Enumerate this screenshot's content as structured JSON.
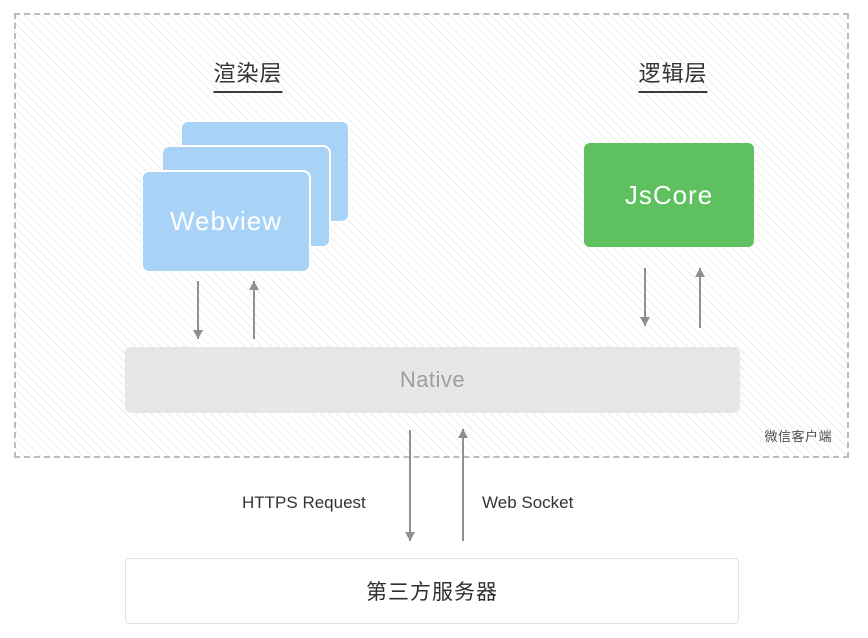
{
  "client_area": {
    "label": "微信客户端",
    "render_layer": {
      "title": "渲染层",
      "webview_label": "Webview"
    },
    "logic_layer": {
      "title": "逻辑层",
      "jscore_label": "JsCore"
    },
    "native_label": "Native"
  },
  "external": {
    "https_label": "HTTPS Request",
    "websocket_label": "Web Socket",
    "server_label": "第三方服务器"
  },
  "colors": {
    "webview_blue": "#a8d3f7",
    "jscore_green": "#5ec05e",
    "native_gray": "#e7e7e7",
    "native_text": "#9e9e9e",
    "arrow_gray": "#8f8f8f",
    "border_dash": "#bcbcbc"
  }
}
